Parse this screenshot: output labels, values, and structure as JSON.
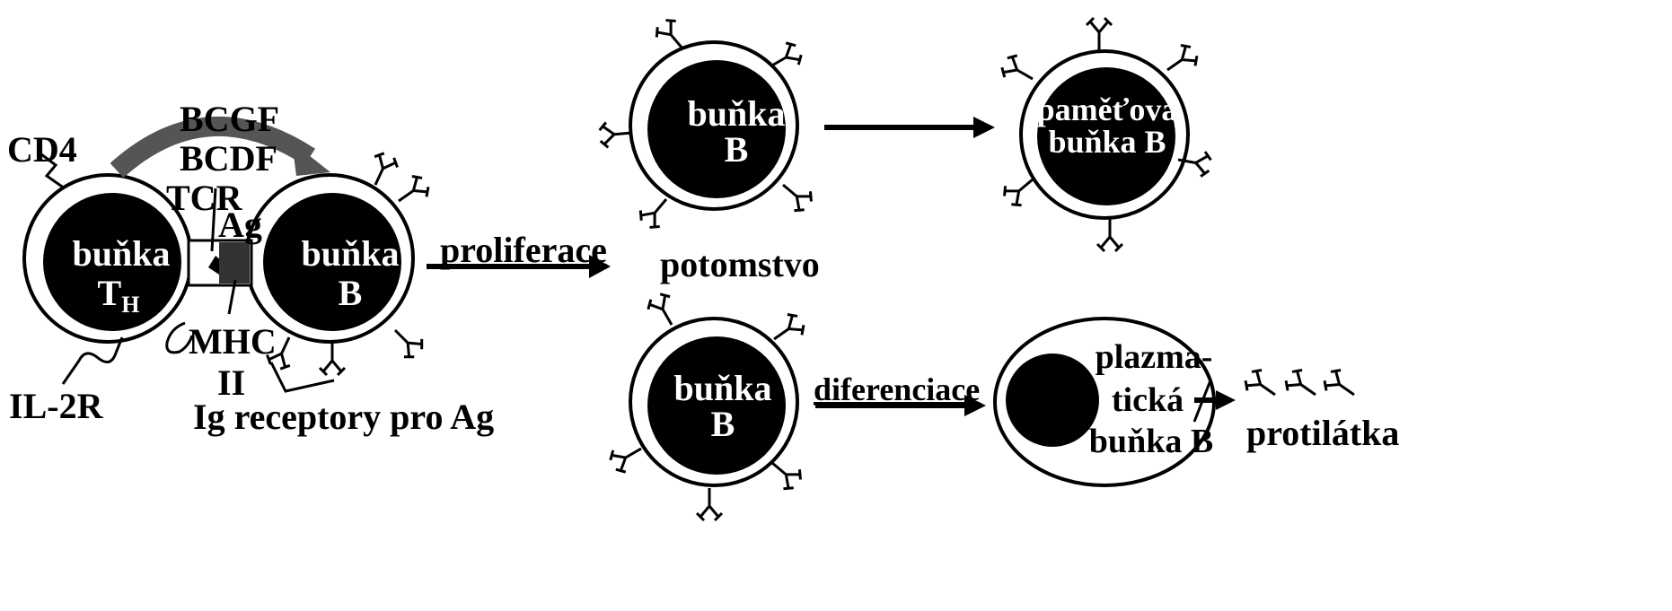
{
  "labels": {
    "th_cell_line1": "buňka",
    "th_cell_line2": "T",
    "th_cell_sub": "H",
    "b_cell_line1": "buňka",
    "b_cell_line2": "B",
    "cd4": "CD4",
    "bcgf": "BCGF",
    "bcdf": "BCDF",
    "tcr": "TCR",
    "ag": "Ag",
    "mhc_line1": "MHC",
    "mhc_line2": "II",
    "il2r": "IL-2R",
    "ig_receptors": "Ig receptory pro Ag",
    "proliferace": "proliferace",
    "potomstvo": "potomstvo",
    "top_b_line1": "buňka",
    "top_b_line2": "B",
    "memory_line1": "paměťová",
    "memory_line2": "buňka B",
    "bottom_b_line1": "buňka",
    "bottom_b_line2": "B",
    "diferenciace": "diferenciace",
    "plasma_line1": "plazma-",
    "plasma_line2": "tická",
    "plasma_line3": "buňka B",
    "protilatka": "protilátka"
  },
  "colors": {
    "ink": "#000000",
    "paper": "#ffffff",
    "bcgf_arrow": "#555555",
    "antigen": "#333333"
  },
  "icons": {
    "receptor": "y-shaped-antibody-icon",
    "arrow": "arrow-right-icon"
  }
}
